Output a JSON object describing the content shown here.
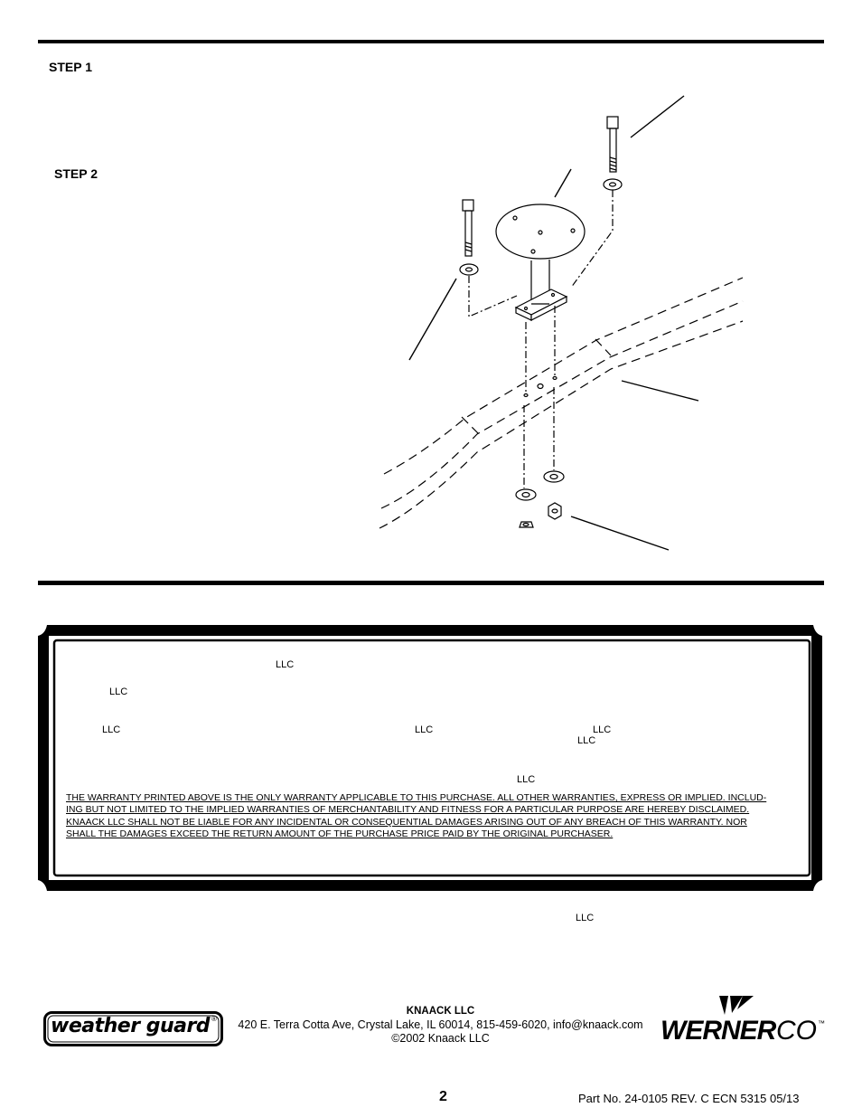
{
  "steps": {
    "step1": "STEP 1",
    "step2": "STEP 2"
  },
  "warranty": {
    "llc_marks": [
      "LLC",
      "LLC",
      "LLC",
      "LLC",
      "LLC",
      "LLC",
      "LLC"
    ],
    "disclaimer": "THE WARRANTY PRINTED ABOVE IS THE ONLY WARRANTY APPLICABLE TO THIS PURCHASE. ALL OTHER WARRANTIES, EXPRESS OR IMPLIED. INCLUD-ING BUT NOT LIMITED TO THE IMPLIED WARRANTIES OF MERCHANTABILITY AND FITNESS FOR A PARTICULAR PURPOSE ARE HEREBY DISCLAIMED. KNAACK LLC SHALL NOT BE LIABLE FOR ANY INCIDENTAL OR CONSEQUENTIAL DAMAGES ARISING OUT OF ANY BREACH OF THIS WARRANTY. NOR SHALL THE DAMAGES EXCEED THE RETURN AMOUNT OF THE PURCHASE PRICE PAID BY THE ORIGINAL PURCHASER."
  },
  "below_box_llc": "LLC",
  "footer": {
    "company": "KNAACK LLC",
    "address": "420 E. Terra Cotta Ave, Crystal Lake, IL 60014, 815-459-6020, info@knaack.com",
    "copyright": "©2002 Knaack LLC",
    "logo_left": "weather guard",
    "logo_left_mark": "®",
    "logo_right": "WERNER",
    "logo_right_suffix": "CO",
    "logo_right_tm": "™"
  },
  "page_number": "2",
  "part_number": "Part No. 24-0105 REV. C ECN 5315 05/13"
}
